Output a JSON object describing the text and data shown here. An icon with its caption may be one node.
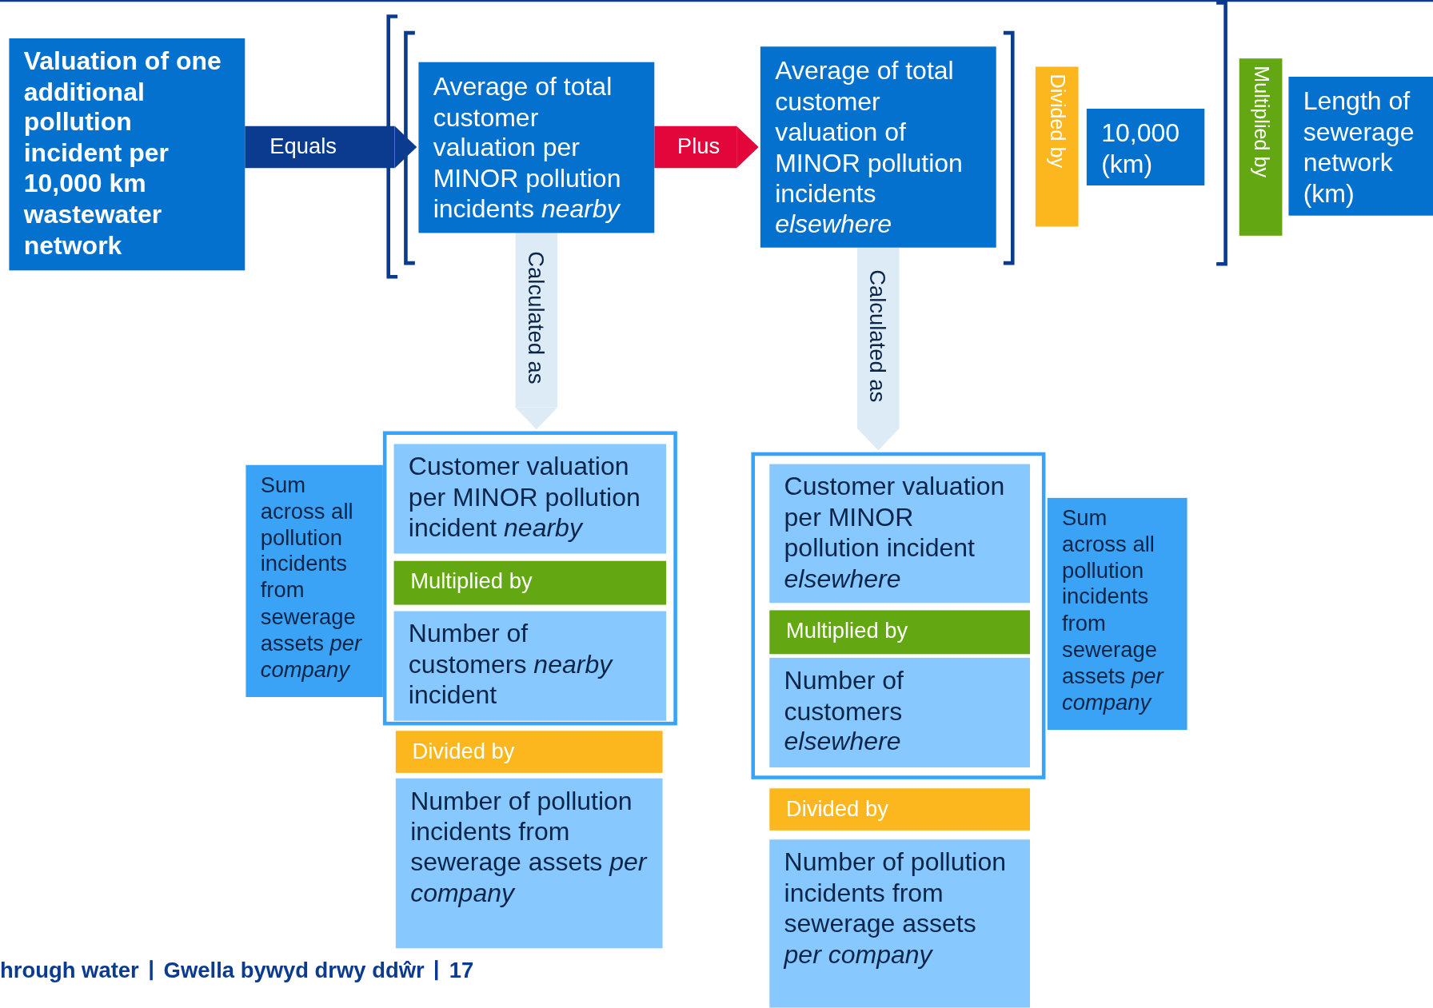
{
  "diagram": {
    "nodes": [
      {
        "text": [
          "Valuation of one additional pollution incident per 10,000 km wastewater network"
        ]
      },
      {
        "text": [
          "Average of total customer valuation per MINOR pollution incidents *nearby*"
        ]
      },
      {
        "text": [
          "Average of total customer valuation of MINOR pollution incidents *elsewhere*"
        ]
      },
      {
        "text": [
          "Divided by"
        ]
      },
      {
        "text": [
          "10,000 (km)"
        ]
      },
      {
        "text": [
          "Multiplied by"
        ]
      },
      {
        "text": [
          "Length of sewerage network (km)"
        ]
      },
      {
        "text": [
          "Sum across all pollution incidents from sewerage assets *per company*"
        ]
      },
      {
        "text": [],
        "shape": "box"
      },
      {
        "text": [
          "Customer valuation per MINOR pollution incident *nearby*"
        ],
        "in": 8
      },
      {
        "text": [
          "Multiplied by"
        ],
        "in": 8
      },
      {
        "text": [
          "Number of customers *nearby* incident"
        ],
        "in": 8
      },
      {
        "text": [
          "Divided by"
        ]
      },
      {
        "text": [
          "Number of pollution incidents from sewerage assets *per company*"
        ]
      },
      {
        "text": [],
        "shape": "box"
      },
      {
        "text": [
          "Customer valuation per MINOR pollution incident *elsewhere*"
        ],
        "in": 14
      },
      {
        "text": [
          "Multiplied by"
        ],
        "in": 14
      },
      {
        "text": [
          "Number of customers *elsewhere*"
        ],
        "in": 14
      },
      {
        "text": [
          "Sum across all pollution incidents from sewerage assets *per company*"
        ]
      },
      {
        "text": [
          "Divided by"
        ]
      },
      {
        "text": [
          "Number of pollution incidents from sewerage assets *per company*"
        ]
      }
    ],
    "edges": [
      {
        "from": 0,
        "to": 1,
        "arrow": "to",
        "label": "Equals",
        "color": "#0b3b8f"
      },
      {
        "from": 1,
        "to": 2,
        "arrow": "to",
        "label": "Plus",
        "color": "#e2063b"
      },
      {
        "from": 1,
        "to": 8,
        "arrow": "to",
        "label": "Calculated as",
        "color": "#dcebf5"
      },
      {
        "from": 2,
        "to": 14,
        "arrow": "to",
        "label": "Calculated as",
        "color": "#dcebf5"
      }
    ],
    "labels": [
      "hrough water",
      "Gwella bywyd drwy ddŵr",
      "17"
    ]
  }
}
